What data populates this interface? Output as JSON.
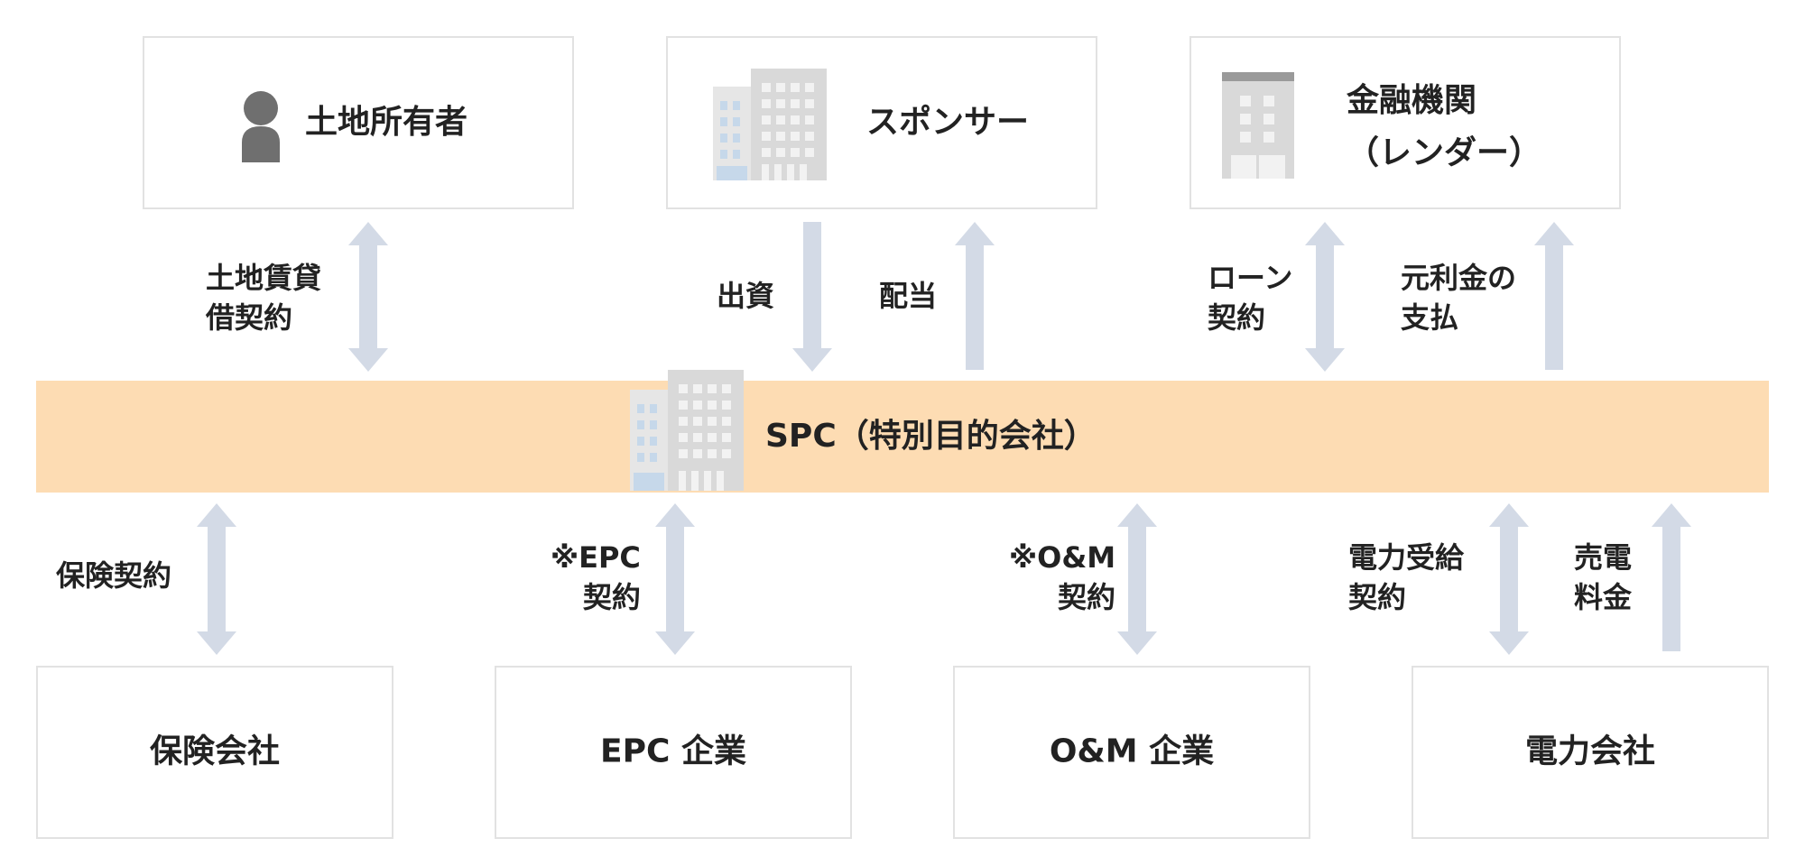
{
  "colors": {
    "spc_band": "#fddcb3",
    "arrow": "#d3dae6",
    "box_border": "#e2e2e2",
    "text": "#222222"
  },
  "top": {
    "landowner": {
      "label": "土地所有者",
      "icon": "person-icon"
    },
    "sponsor": {
      "label": "スポンサー",
      "icon": "office-building-icon"
    },
    "lender": {
      "line1": "金融機関",
      "line2": "（レンダー）",
      "icon": "bank-building-icon"
    }
  },
  "spc": {
    "label": "SPC（特別目的会社）",
    "icon": "office-building-icon"
  },
  "edges": {
    "land_lease": {
      "line1": "土地賃貸",
      "line2": "借契約",
      "direction": "both"
    },
    "investment": {
      "line1": "出資",
      "direction": "down"
    },
    "dividend": {
      "line1": "配当",
      "direction": "up"
    },
    "loan_contract": {
      "line1": "ローン",
      "line2": "契約",
      "direction": "both"
    },
    "repayment": {
      "line1": "元利金の",
      "line2": "支払",
      "direction": "up"
    },
    "insurance_contract": {
      "line1": "保険契約",
      "direction": "both"
    },
    "epc_contract": {
      "line1": "※EPC",
      "line2": "契約",
      "direction": "both"
    },
    "om_contract": {
      "line1": "※O&M",
      "line2": "契約",
      "direction": "both"
    },
    "power_supply_contract": {
      "line1": "電力受給",
      "line2": "契約",
      "direction": "both"
    },
    "power_sales": {
      "line1": "売電",
      "line2": "料金",
      "direction": "up"
    }
  },
  "bottom": {
    "insurance": {
      "label": "保険会社"
    },
    "epc": {
      "label": "EPC 企業"
    },
    "om": {
      "label": "O&M 企業"
    },
    "power": {
      "label": "電力会社"
    }
  }
}
